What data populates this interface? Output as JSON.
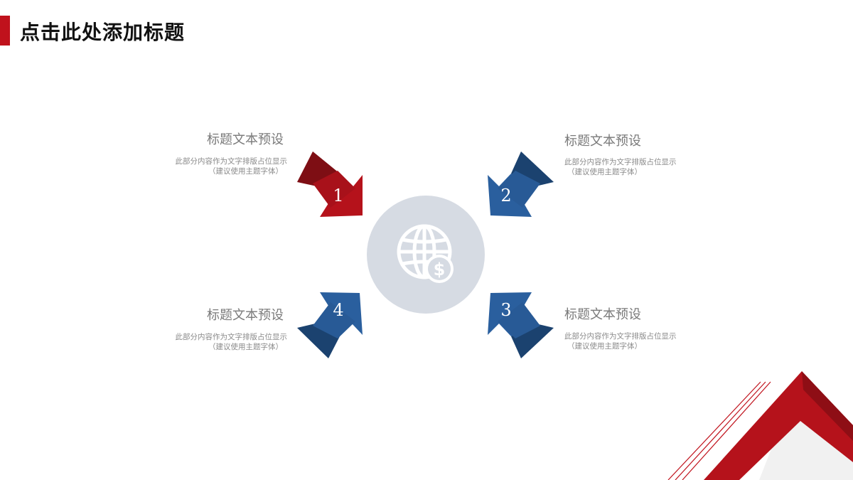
{
  "header": {
    "title": "点击此处添加标题"
  },
  "items": [
    {
      "number": "1",
      "title": "标题文本预设",
      "desc_line1": "此部分内容作为文字排版占位显示",
      "desc_line2": "（建议使用主题字体）"
    },
    {
      "number": "2",
      "title": "标题文本预设",
      "desc_line1": "此部分内容作为文字排版占位显示",
      "desc_line2": "（建议使用主题字体）"
    },
    {
      "number": "3",
      "title": "标题文本预设",
      "desc_line1": "此部分内容作为文字排版占位显示",
      "desc_line2": "（建议使用主题字体）"
    },
    {
      "number": "4",
      "title": "标题文本预设",
      "desc_line1": "此部分内容作为文字排版占位显示",
      "desc_line2": "（建议使用主题字体）"
    }
  ],
  "center": {
    "icon": "globe-dollar-icon"
  },
  "colors": {
    "red": "#b5121b",
    "red_dark": "#7e0e14",
    "blue": "#2a5f9e",
    "blue_dark": "#1b426f",
    "circle": "#d6dbe3"
  }
}
